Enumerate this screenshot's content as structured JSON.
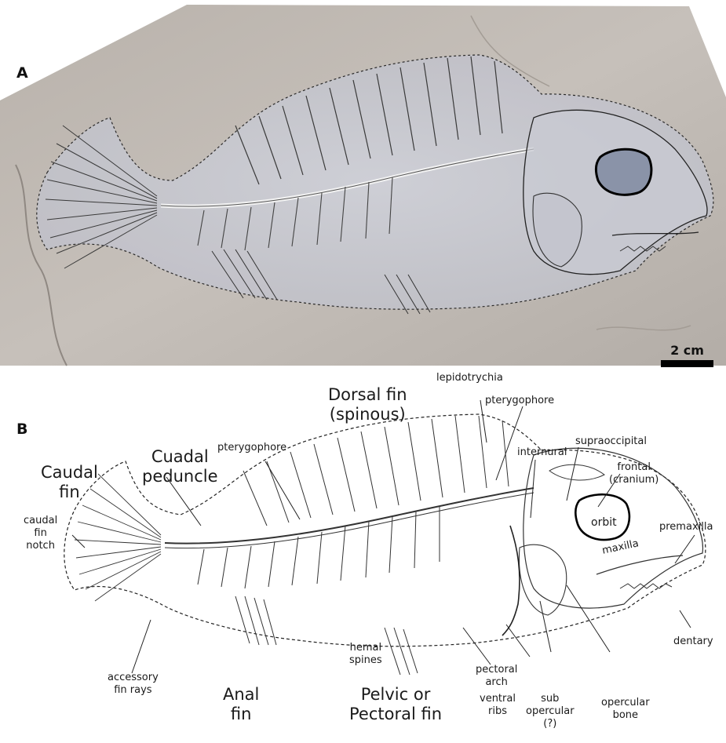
{
  "panels": {
    "a": "A",
    "b": "B"
  },
  "scale_bar": {
    "label": "2 cm"
  },
  "labels": {
    "dorsal_fin_l1": "Dorsal fin",
    "dorsal_fin_l2": "(spinous)",
    "lepidotrychia": "lepidotrychia",
    "pterygophore_top": "pterygophore",
    "supraoccipital": "supraoccipital",
    "frontal_l1": "frontal",
    "frontal_l2": "(cranium)",
    "internural": "internural",
    "premaxilla": "premaxilla",
    "orbit": "orbit",
    "maxilla": "maxilla",
    "dentary": "dentary",
    "caudal_fin_l1": "Caudal",
    "caudal_fin_l2": "fin",
    "cuadal_peduncle_l1": "Cuadal",
    "cuadal_peduncle_l2": "peduncle",
    "pterygophore_mid": "pterygophore",
    "caudal_fin_notch_l1": "caudal",
    "caudal_fin_notch_l2": "fin",
    "caudal_fin_notch_l3": "notch",
    "accessory_l1": "accessory",
    "accessory_l2": "fin rays",
    "hemal_l1": "hemal",
    "hemal_l2": "spines",
    "anal_l1": "Anal",
    "anal_l2": "fin",
    "pelvic_l1": "Pelvic or",
    "pelvic_l2": "Pectoral fin",
    "pectoral_arch_l1": "pectoral",
    "pectoral_arch_l2": "arch",
    "ventral_ribs_l1": "ventral",
    "ventral_ribs_l2": "ribs",
    "sub_opercular_l1": "sub",
    "sub_opercular_l2": "opercular",
    "sub_opercular_l3": "(?)",
    "opercular_l1": "opercular",
    "opercular_l2": "bone"
  }
}
